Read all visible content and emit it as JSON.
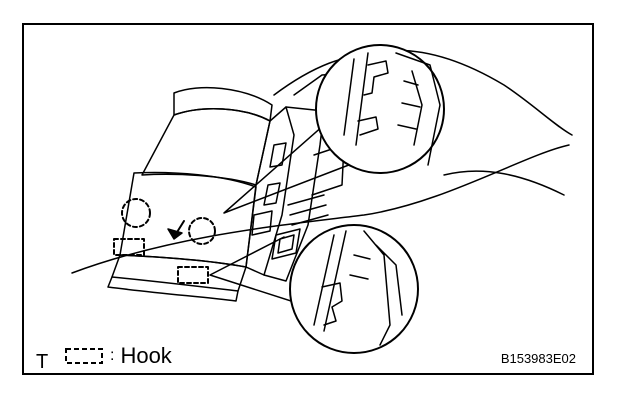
{
  "legend": {
    "icon": "dashed-rectangle-hook-icon",
    "label": "Hook"
  },
  "corner_letter": "T",
  "figure_code": "B153983E02"
}
